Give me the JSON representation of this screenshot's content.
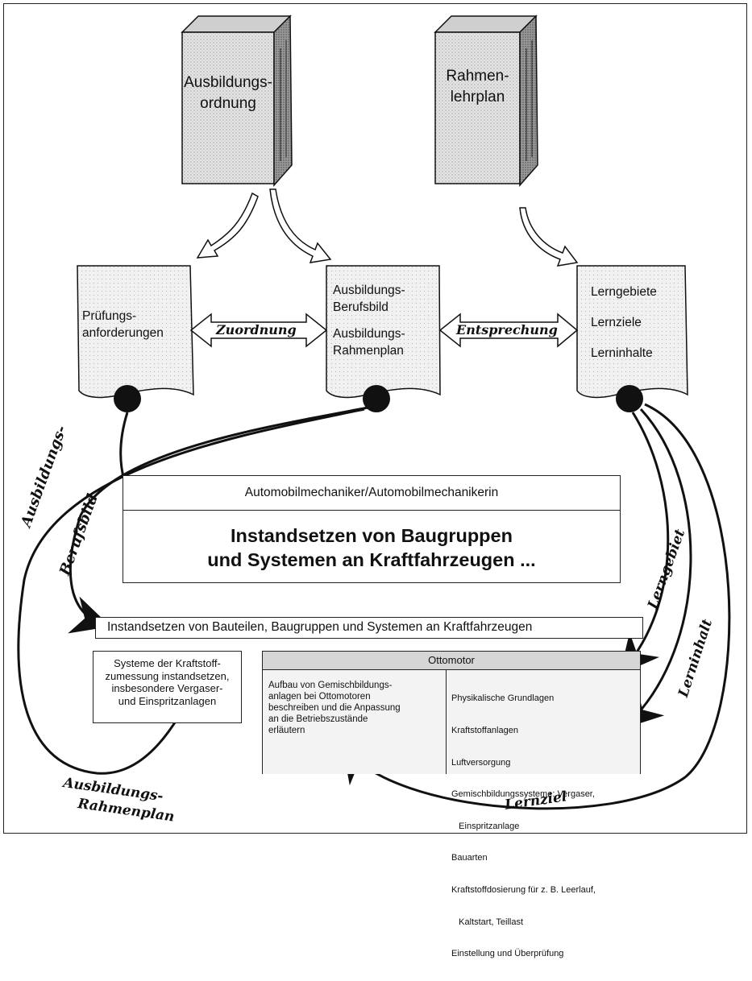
{
  "books": {
    "left": "Ausbildungs-\nordnung",
    "right": "Rahmen-\nlehrplan"
  },
  "pages": {
    "pruefung": "Prüfungs-\nanforderungen",
    "ausbildung": {
      "line1": "Ausbildungs-",
      "line2": "Berufsbild",
      "line3": "Ausbildungs-",
      "line4": "Rahmenplan"
    },
    "lern": {
      "line1": "Lerngebiete",
      "line2": "Lernziele",
      "line3": "Lerninhalte"
    }
  },
  "connectors": {
    "zuordnung": "Zuordnung",
    "entsprechung": "Entsprechung"
  },
  "main_box": {
    "header": "Automobilmechaniker/Automobilmechanikerin",
    "title_line1": "Instandsetzen von Baugruppen",
    "title_line2": "und Systemen an Kraftfahrzeugen ..."
  },
  "subtitle_bar": "Instandsetzen von Bauteilen, Baugruppen und Systemen an Kraftfahrzeugen",
  "small_box": {
    "lines": [
      "Systeme der Kraftstoff-",
      "zumessung instandsetzen,",
      "insbesondere Vergaser-",
      "und Einspritzanlagen"
    ]
  },
  "otto_box": {
    "header": "Ottomotor",
    "left_lines": [
      "Aufbau von Gemischbildungs-",
      "anlagen bei Ottomotoren",
      "beschreiben und die Anpassung",
      "an die Betriebszustände",
      "erläutern"
    ],
    "right_lines": [
      "Physikalische Grundlagen",
      "Kraftstoffanlagen",
      "Luftversorgung",
      "Gemischbildungssysteme: Vergaser,",
      "   Einspritzanlage",
      "Bauarten",
      "Kraftstoffdosierung für z. B. Leerlauf,",
      "   Kaltstart, Teillast",
      "Einstellung und Überprüfung"
    ]
  },
  "script_labels": {
    "ausbildungs_berufsbild_1": "Ausbildungs-",
    "ausbildungs_berufsbild_2": "Berufsbild",
    "lerngebiet": "Lerngebiet",
    "lerninhalt": "Lerninhalt",
    "ausbildungs_rahmenplan_1": "Ausbildungs-",
    "ausbildungs_rahmenplan_2": "Rahmenplan",
    "lernziel": "Lernziel"
  }
}
